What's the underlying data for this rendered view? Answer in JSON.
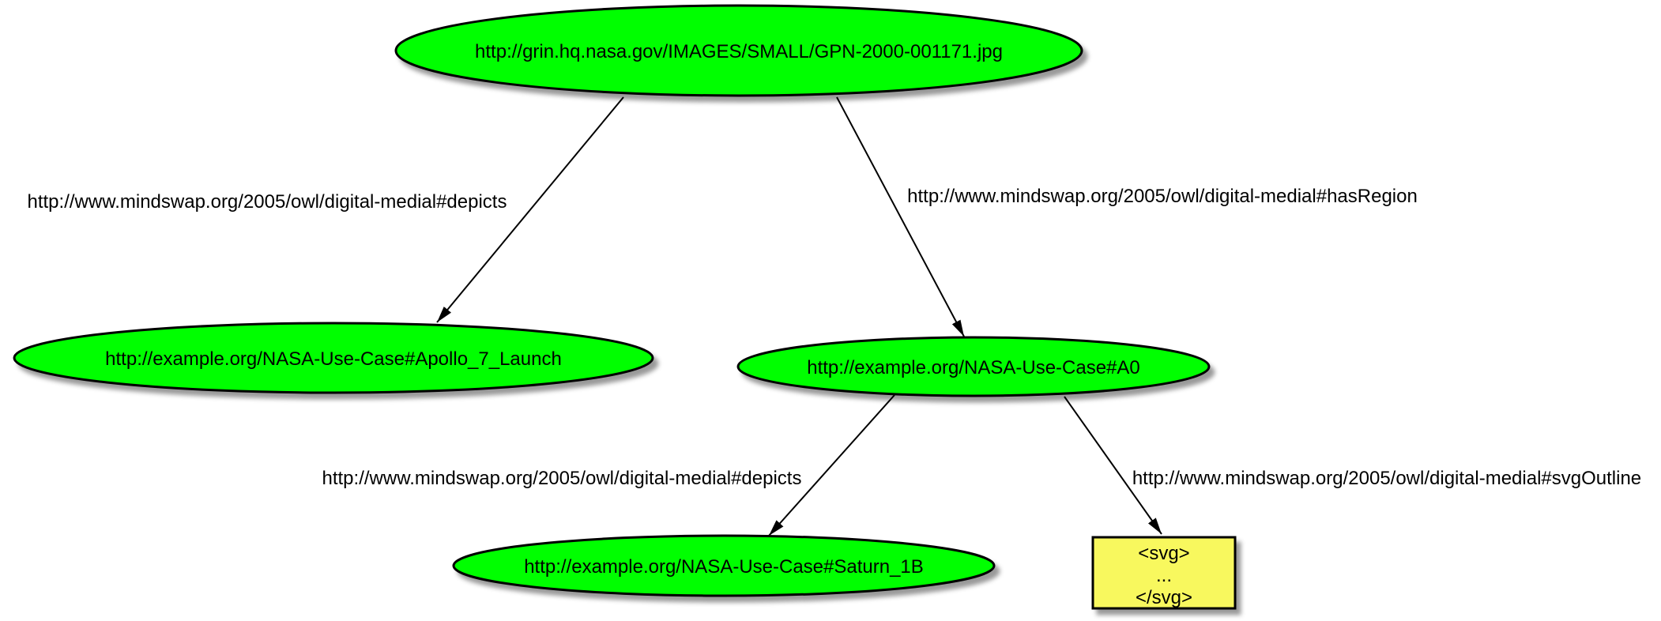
{
  "diagram": {
    "kind": "rdf-graph",
    "background": "#ffffff",
    "colors": {
      "resource_fill": "#00ff00",
      "literal_fill": "#f8f85e",
      "node_stroke": "#000000",
      "edge_stroke": "#000000",
      "label_color": "#000000"
    },
    "nodes": [
      {
        "id": "image",
        "shape": "ellipse",
        "label": "http://grin.hq.nasa.gov/IMAGES/SMALL/GPN-2000-001171.jpg",
        "fill": "#00ff00"
      },
      {
        "id": "apollo-7-launch",
        "shape": "ellipse",
        "label": "http://example.org/NASA-Use-Case#Apollo_7_Launch",
        "fill": "#00ff00"
      },
      {
        "id": "a0",
        "shape": "ellipse",
        "label": "http://example.org/NASA-Use-Case#A0",
        "fill": "#00ff00"
      },
      {
        "id": "saturn-1b",
        "shape": "ellipse",
        "label": "http://example.org/NASA-Use-Case#Saturn_1B",
        "fill": "#00ff00"
      },
      {
        "id": "svg-outline-literal",
        "shape": "rect",
        "label_lines": [
          "<svg>",
          "...",
          "</svg>"
        ],
        "fill": "#f8f85e"
      }
    ],
    "edges": [
      {
        "from": "image",
        "to": "apollo-7-launch",
        "label": "http://www.mindswap.org/2005/owl/digital-medial#depicts"
      },
      {
        "from": "image",
        "to": "a0",
        "label": "http://www.mindswap.org/2005/owl/digital-medial#hasRegion"
      },
      {
        "from": "a0",
        "to": "saturn-1b",
        "label": "http://www.mindswap.org/2005/owl/digital-medial#depicts"
      },
      {
        "from": "a0",
        "to": "svg-outline-literal",
        "label": "http://www.mindswap.org/2005/owl/digital-medial#svgOutline"
      }
    ]
  }
}
